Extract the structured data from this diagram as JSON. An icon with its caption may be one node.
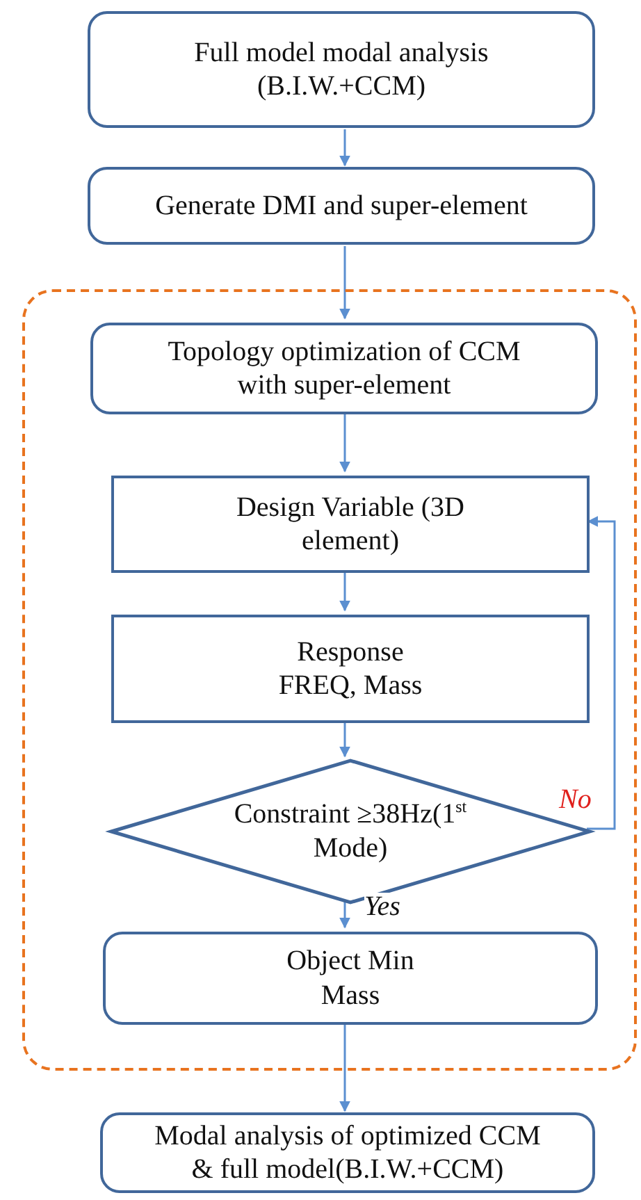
{
  "diagram": {
    "nodes": [
      {
        "text": [
          "Full model modal analysis (B.I.W.+CCM)"
        ]
      },
      {
        "text": [
          "Generate DMI and super-element"
        ]
      },
      {
        "text": [],
        "shape": "box"
      },
      {
        "text": [
          "Topology optimization of CCM with super-element"
        ],
        "in": 2
      },
      {
        "text": [
          "Design Variable (3D element)"
        ],
        "in": 2
      },
      {
        "text": [
          "Response FREQ, Mass"
        ],
        "in": 2
      },
      {
        "text": [
          "Constraint ≥38Hz(1$^{st}$ Mode)"
        ],
        "in": 2
      },
      {
        "text": [
          "Object Min Mass"
        ],
        "in": 2
      },
      {
        "text": [
          "Modal analysis of optimized CCM & full model(B.I.W.+CCM)"
        ]
      }
    ],
    "edges": [
      {
        "from": 0,
        "to": 1,
        "arrow": "to"
      },
      {
        "from": 1,
        "to": 3,
        "arrow": "to"
      },
      {
        "from": 3,
        "to": 4,
        "arrow": "to"
      },
      {
        "from": 4,
        "to": 5,
        "arrow": "to"
      },
      {
        "from": 5,
        "to": 6,
        "arrow": "to"
      },
      {
        "from": 6,
        "to": 7,
        "arrow": "to",
        "label": "Yes"
      },
      {
        "from": 6,
        "to": 4,
        "arrow": "to",
        "label": "No"
      },
      {
        "from": 7,
        "to": 8,
        "arrow": "to"
      }
    ]
  }
}
